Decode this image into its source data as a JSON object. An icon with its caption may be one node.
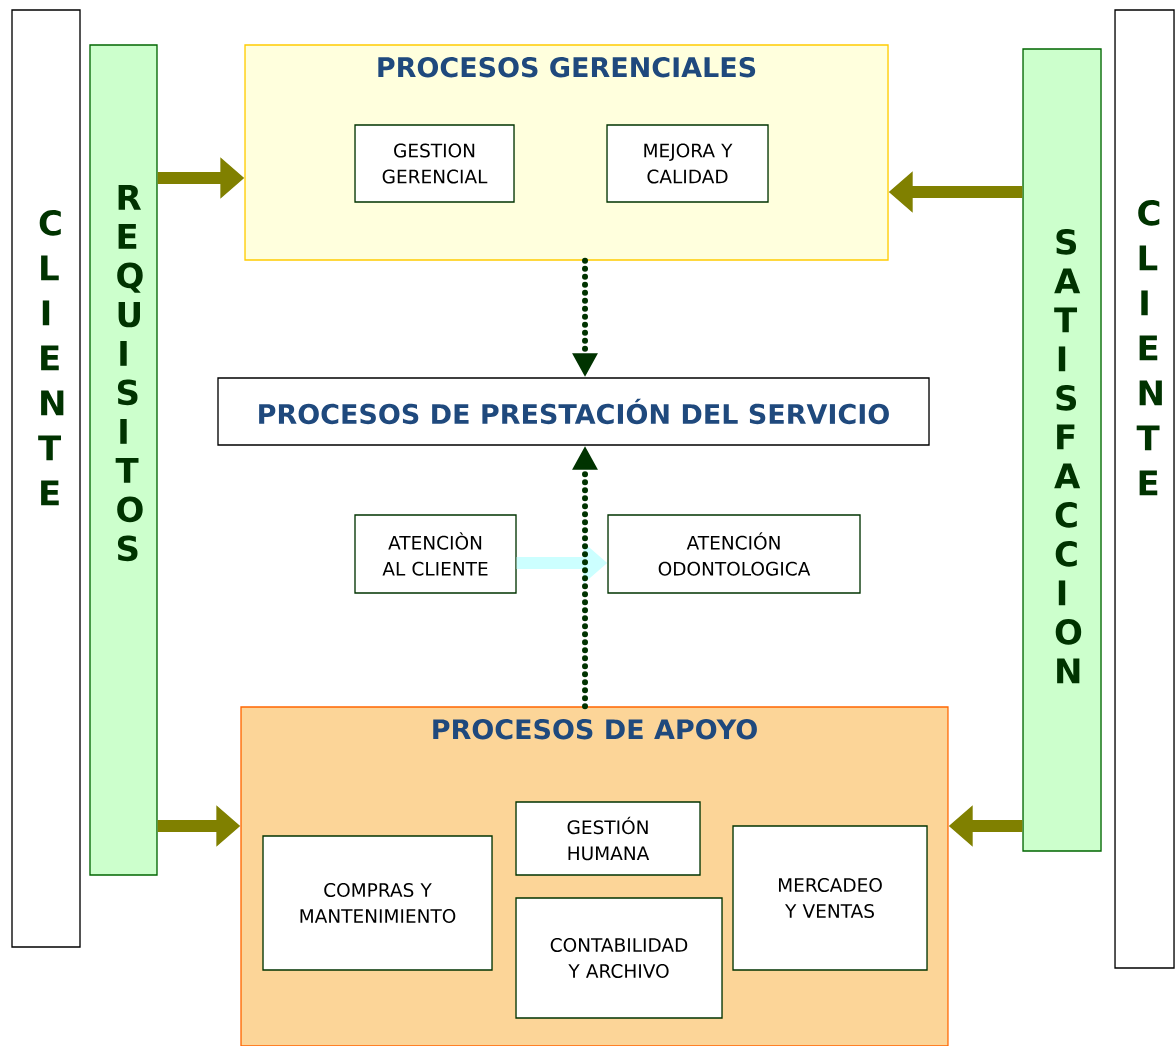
{
  "diagram": {
    "nodes": [
      {
        "text": [
          "CLIENTE"
        ]
      },
      {
        "text": [
          "REQUISITOS"
        ]
      },
      {
        "text": [
          "PROCESOS GERENCIALES"
        ]
      },
      {
        "text": [
          "GESTION GERENCIAL"
        ],
        "in": 2
      },
      {
        "text": [
          "MEJORA Y CALIDAD"
        ],
        "in": 2
      },
      {
        "text": [
          "PROCESOS DE PRESTACIÓN DEL SERVICIO"
        ]
      },
      {
        "text": [
          "ATENCIÒN AL CLIENTE"
        ]
      },
      {
        "text": [
          "ATENCIÓN ODONTOLOGICA"
        ]
      },
      {
        "text": [
          "PROCESOS DE APOYO"
        ]
      },
      {
        "text": [
          "COMPRAS Y MANTENIMIENTO"
        ],
        "in": 8
      },
      {
        "text": [
          "GESTIÓN HUMANA"
        ],
        "in": 8
      },
      {
        "text": [
          "CONTABILIDAD Y ARCHIVO"
        ],
        "in": 8
      },
      {
        "text": [
          "MERCADEO Y VENTAS"
        ],
        "in": 8
      },
      {
        "text": [
          "SATISFACCION"
        ]
      },
      {
        "text": [
          "CLIENTE"
        ]
      }
    ],
    "edges": [
      {
        "from": 1,
        "to": 2,
        "arrow": "to"
      },
      {
        "from": 1,
        "to": 8,
        "arrow": "to"
      },
      {
        "from": 13,
        "to": 2,
        "arrow": "to"
      },
      {
        "from": 13,
        "to": 8,
        "arrow": "to"
      },
      {
        "from": 6,
        "to": 7,
        "arrow": "to",
        "color": "#ccffff"
      },
      {
        "from": 2,
        "to": 5,
        "arrow": "to",
        "style": "dashed",
        "color": "#003300"
      },
      {
        "from": 8,
        "to": 5,
        "arrow": "to",
        "style": "dashed",
        "color": "#003300"
      }
    ]
  }
}
